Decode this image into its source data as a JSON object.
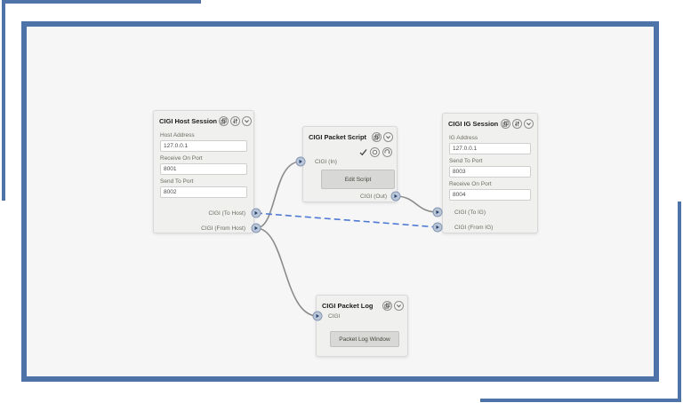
{
  "colors": {
    "frame_accent": "#4e73a9",
    "wire": "#8c8c8c",
    "wire_active_dashed": "#4e79d4",
    "port_fill": "#bac7d8"
  },
  "nodes": {
    "host_session": {
      "title": "CIGI Host Session",
      "header_icons": [
        "duplicate-icon",
        "settings-icon",
        "collapse-icon"
      ],
      "fields": [
        {
          "label": "Host Address",
          "value": "127.0.0.1"
        },
        {
          "label": "Receive On Port",
          "value": "8001"
        },
        {
          "label": "Send To Port",
          "value": "8002"
        }
      ],
      "output_ports": [
        {
          "label": "CIGI (To Host)"
        },
        {
          "label": "CIGI (From Host)"
        }
      ]
    },
    "packet_script": {
      "title": "CIGI Packet Script",
      "header_icons": [
        "duplicate-icon",
        "collapse-icon"
      ],
      "toolbar_icons": [
        "check-icon",
        "circle-icon",
        "redo-icon"
      ],
      "input_port": {
        "label": "CIGI (In)"
      },
      "output_port": {
        "label": "CIGI (Out)"
      },
      "button": "Edit Script"
    },
    "ig_session": {
      "title": "CIGI IG Session",
      "header_icons": [
        "duplicate-icon",
        "settings-icon",
        "collapse-icon"
      ],
      "fields": [
        {
          "label": "IG Address",
          "value": "127.0.0.1"
        },
        {
          "label": "Send To Port",
          "value": "8003"
        },
        {
          "label": "Receive On Port",
          "value": "8004"
        }
      ],
      "input_ports": [
        {
          "label": "CIGI (To IG)"
        },
        {
          "label": "CIGI (From IG)"
        }
      ]
    },
    "packet_log": {
      "title": "CIGI Packet Log",
      "header_icons": [
        "duplicate-icon",
        "collapse-icon"
      ],
      "input_port": {
        "label": "CIGI"
      },
      "button": "Packet Log Window"
    }
  }
}
